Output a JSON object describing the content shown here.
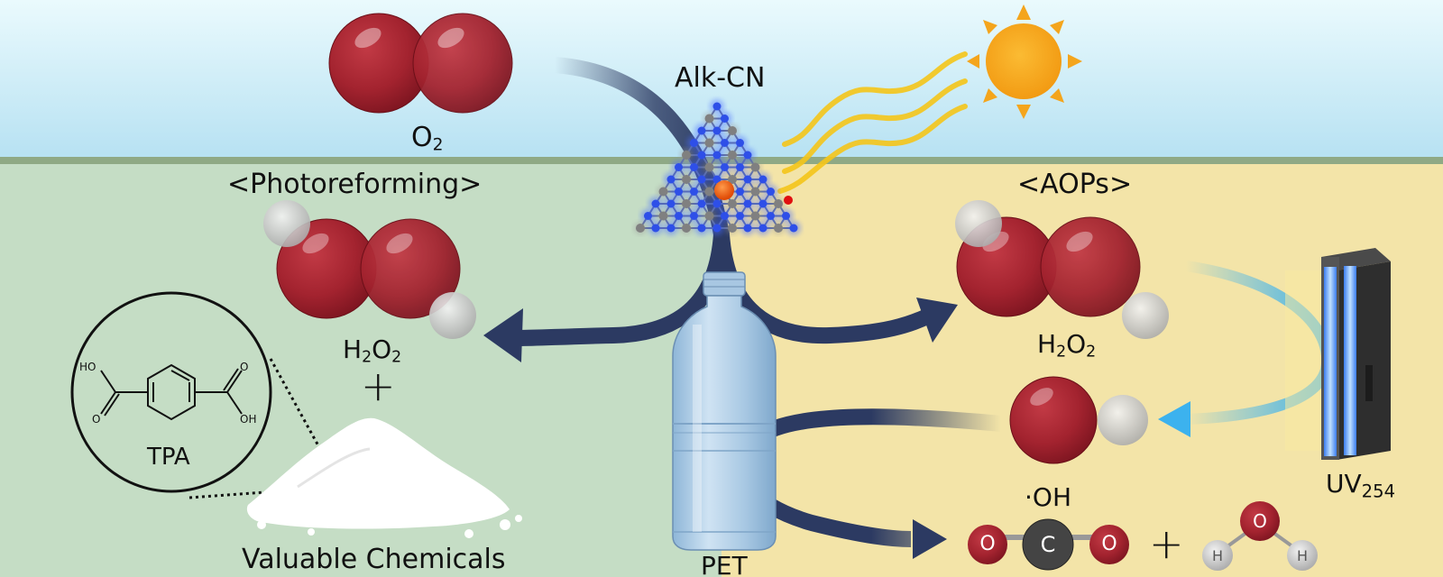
{
  "title": "Alk-CN",
  "labels": {
    "photoreforming": "<Photoreforming>",
    "aops": "<AOPs>",
    "o2_main": "O",
    "o2_sub": "2",
    "h2o2_left_h": "H",
    "h2o2_left_h_sub": "2",
    "h2o2_left_o": "O",
    "h2o2_left_o_sub": "2",
    "h2o2_right_h": "H",
    "h2o2_right_h_sub": "2",
    "h2o2_right_o": "O",
    "h2o2_right_o_sub": "2",
    "plus_left": "+",
    "plus_right": "+",
    "tpa": "TPA",
    "valuable_chemicals": "Valuable Chemicals",
    "oh_radical": "·OH",
    "pet": "PET",
    "uv_main": "UV",
    "uv_sub": "254"
  },
  "tpa_structure": {
    "ho_top": "HO",
    "o_left": "O",
    "o_top_right": "O",
    "oh_right": "OH"
  },
  "atoms": {
    "c": "C",
    "o": "O",
    "h": "H"
  },
  "colors": {
    "sky_top": "#e6f8fc",
    "sky_bottom": "#b8e2f2",
    "left_panel": "#c5ddc5",
    "right_panel": "#f3e4a8",
    "divider": "#8fa985",
    "oxygen_red": "#9e1f2b",
    "arrow_navy": "#2c3a62",
    "uv_blue": "#3cb2ee",
    "sun": "#f4a51c",
    "cn_blue": "#2e4fe8",
    "carbon_gray": "#808080"
  },
  "icons": [
    "sun-icon",
    "uv-lamp-icon",
    "pet-bottle-icon",
    "catalyst-icon",
    "powder-pile-icon"
  ]
}
